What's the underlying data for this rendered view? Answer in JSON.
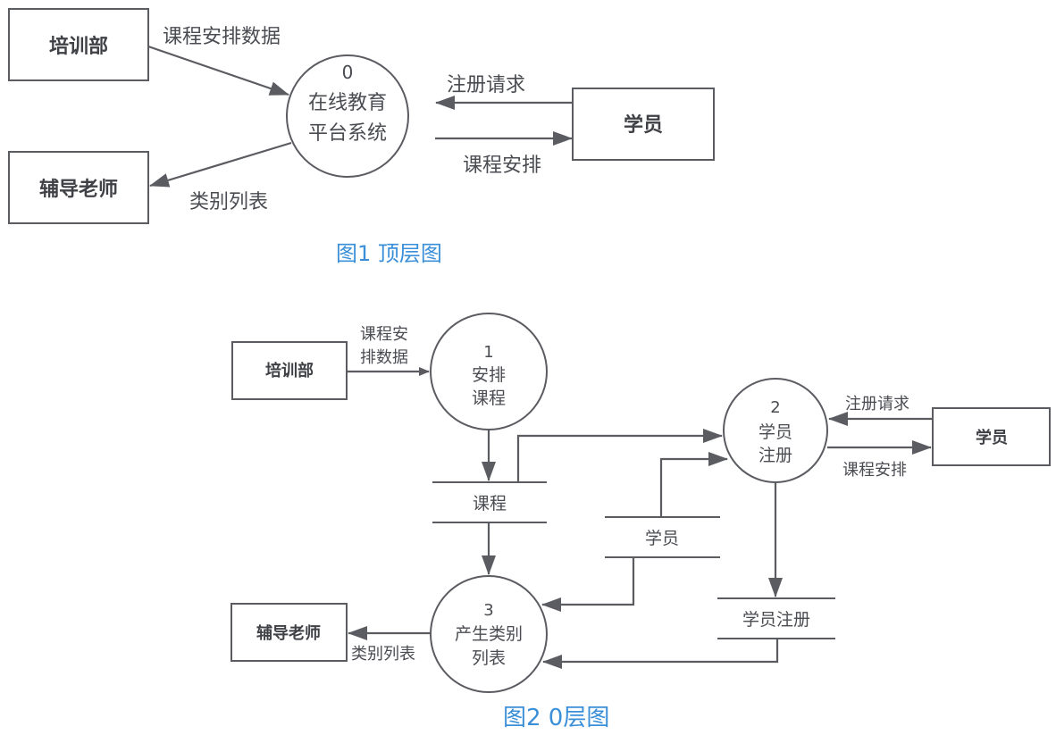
{
  "top_level": {
    "caption": "图1 顶层图",
    "entities": {
      "training_dept": "培训部",
      "tutor": "辅导老师",
      "student": "学员"
    },
    "process": {
      "number": "0",
      "line1": "在线教育",
      "line2": "平台系统"
    },
    "flows": {
      "schedule_data": "课程安排数据",
      "register_request": "注册请求",
      "course_schedule": "课程安排",
      "category_list": "类别列表"
    }
  },
  "level0": {
    "caption": "图2 0层图",
    "entities": {
      "training_dept": "培训部",
      "tutor": "辅导老师",
      "student": "学员"
    },
    "processes": [
      {
        "number": "1",
        "line1": "安排",
        "line2": "课程"
      },
      {
        "number": "2",
        "line1": "学员",
        "line2": "注册"
      },
      {
        "number": "3",
        "line1": "产生类别",
        "line2": "列表"
      }
    ],
    "stores": {
      "course": "课程",
      "student": "学员",
      "registration": "学员注册"
    },
    "flows": {
      "schedule_data_l1": "课程安",
      "schedule_data_l2": "排数据",
      "register_request": "注册请求",
      "course_schedule": "课程安排",
      "category_list": "类别列表"
    }
  }
}
